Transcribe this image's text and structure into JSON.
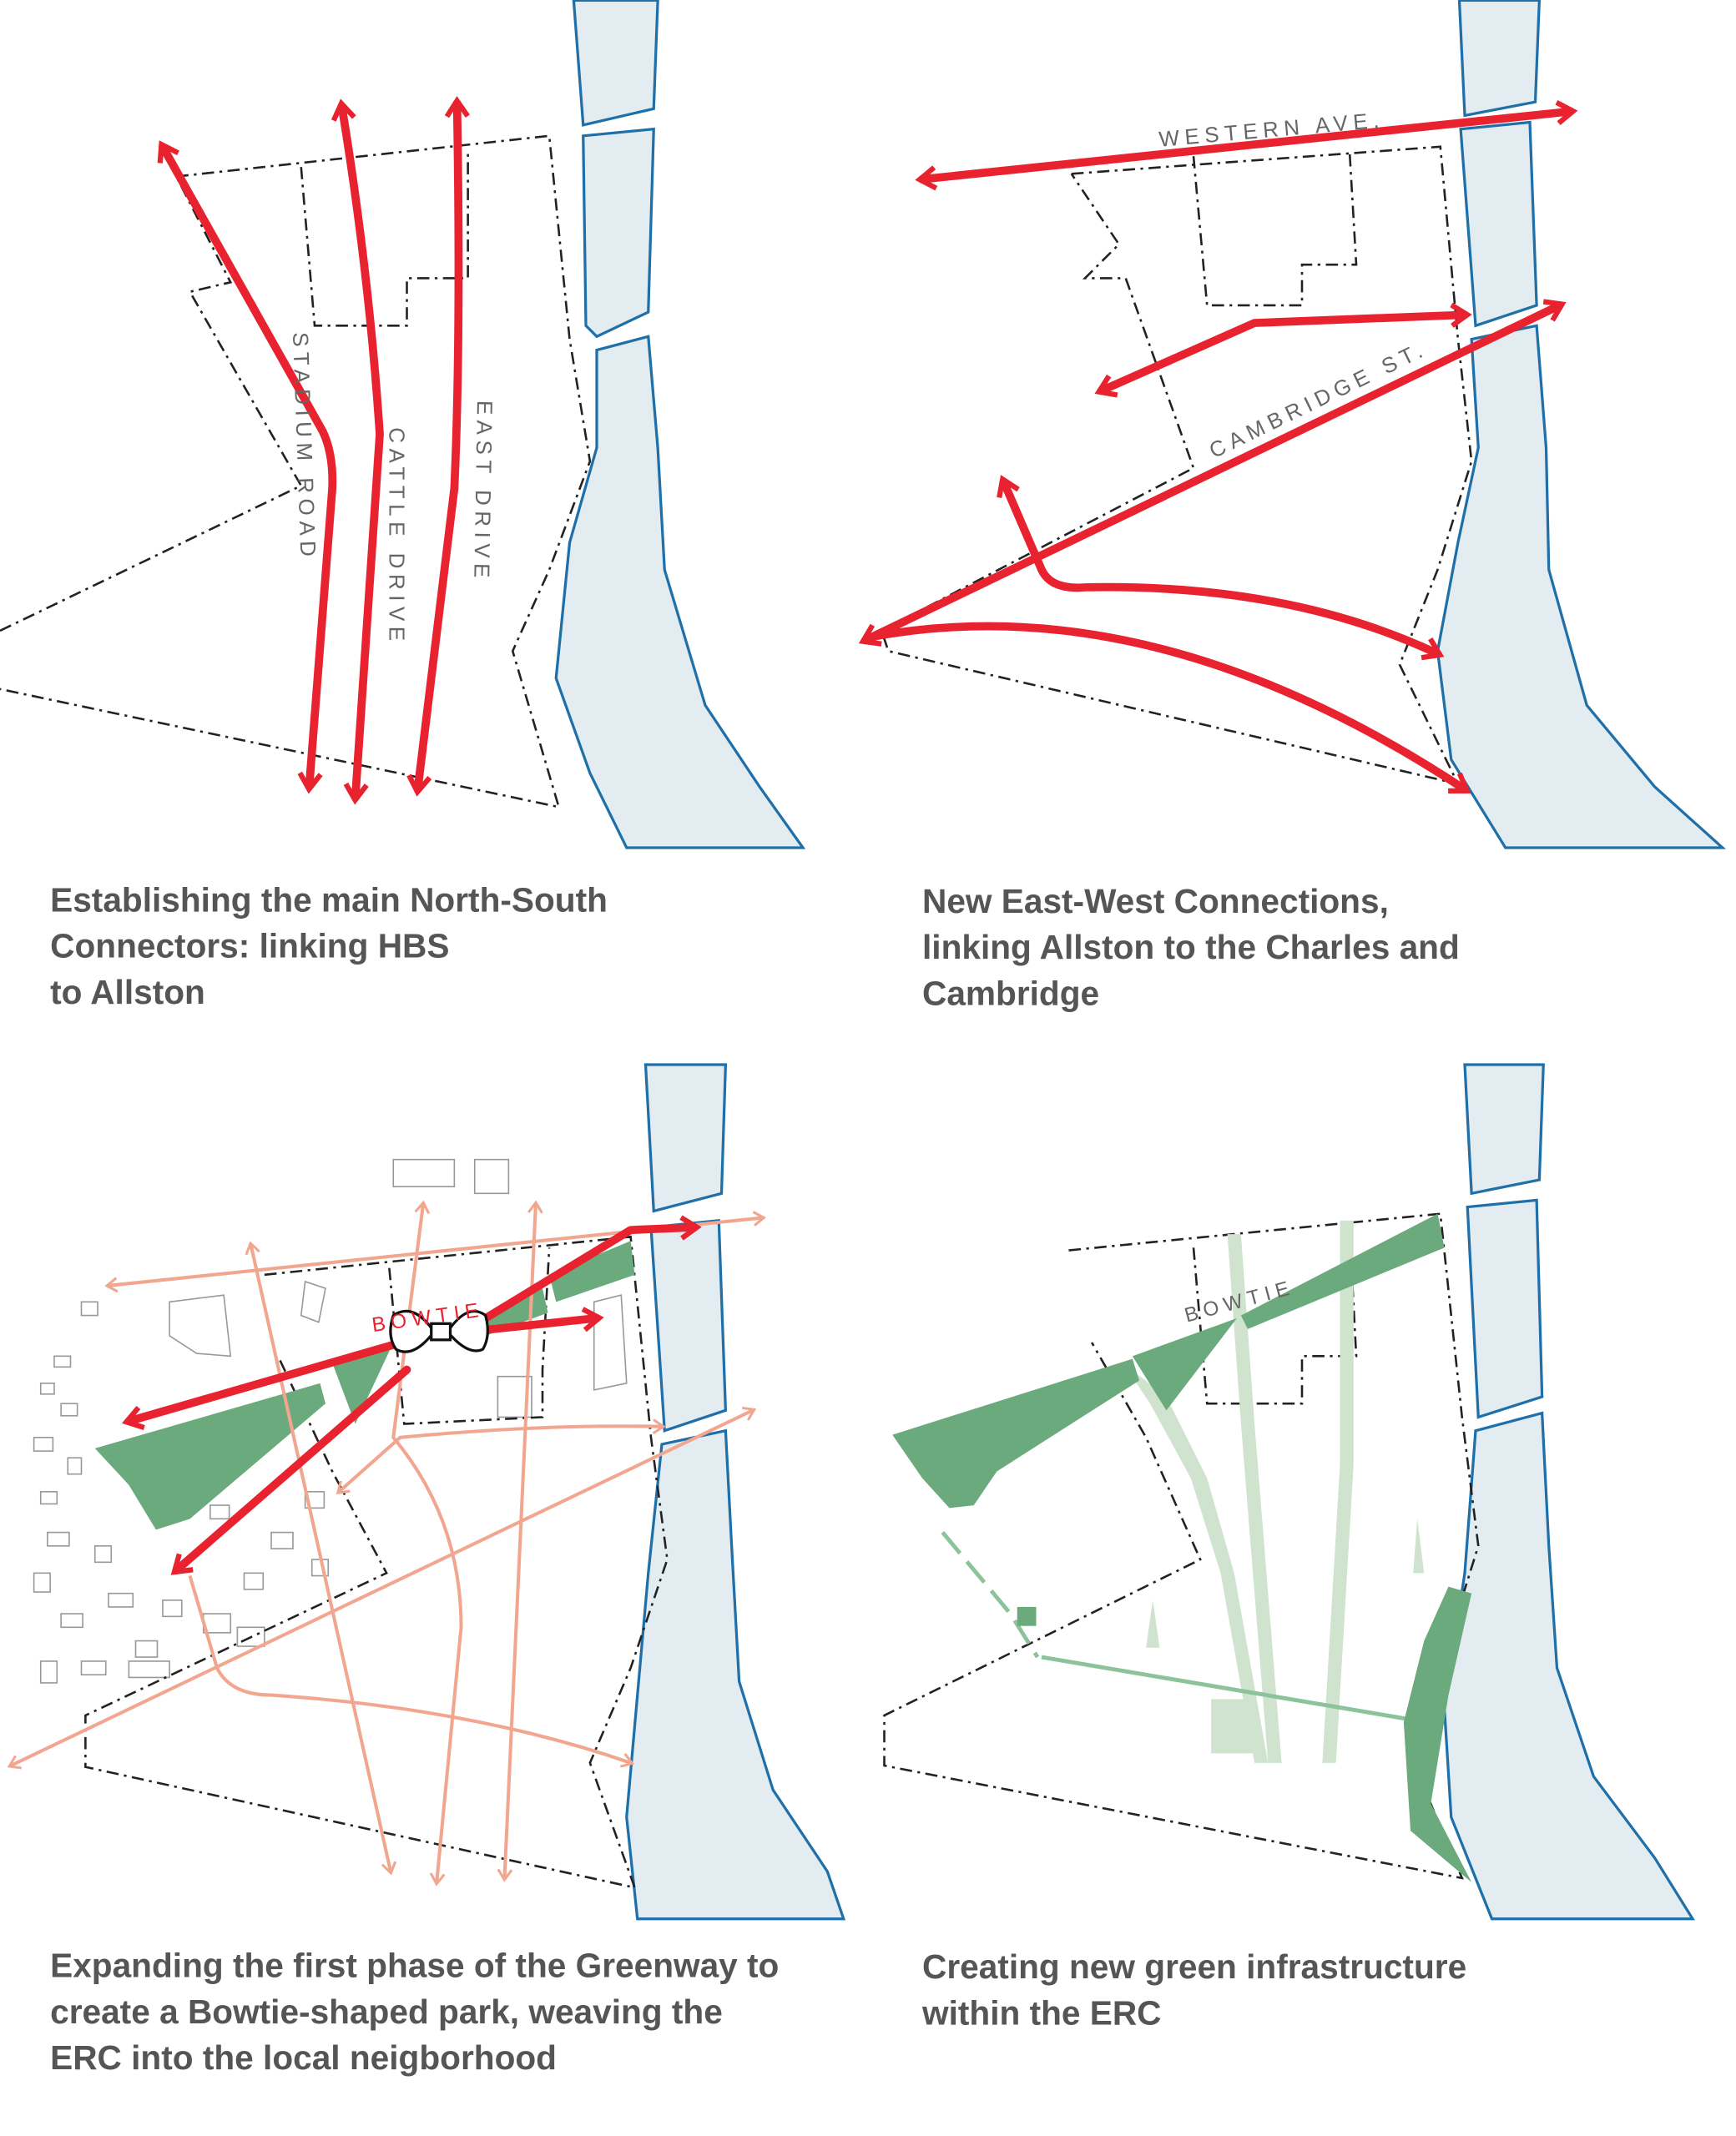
{
  "colors": {
    "arrow": "#e8222f",
    "river_fill": "#e3ecf1",
    "river_stroke": "#1f6fa8",
    "green": "#6aaa7c",
    "light_green": "#cfe3cf",
    "secondary_arrow": "#f2a68f",
    "text": "#555555"
  },
  "panels": [
    {
      "caption": [
        "Establishing the main North-South",
        "Connectors: linking HBS",
        "to Allston"
      ],
      "labels": {
        "stadium": "STADIUM ROAD",
        "cattle": "CATTLE DRIVE",
        "east": "EAST DRIVE"
      }
    },
    {
      "caption": [
        "New East-West Connections,",
        "linking Allston to the Charles and",
        "Cambridge"
      ],
      "labels": {
        "western": "WESTERN AVE.",
        "cambridge": "CAMBRIDGE ST."
      }
    },
    {
      "caption": [
        "Expanding the first phase of the Greenway to",
        "create a Bowtie-shaped park, weaving the",
        "ERC into the local neigborhood"
      ],
      "labels": {
        "bowtie": "BOWTIE"
      }
    },
    {
      "caption": [
        "Creating new green infrastructure",
        "within the ERC"
      ],
      "labels": {
        "bowtie": "BOWTIE"
      }
    }
  ]
}
